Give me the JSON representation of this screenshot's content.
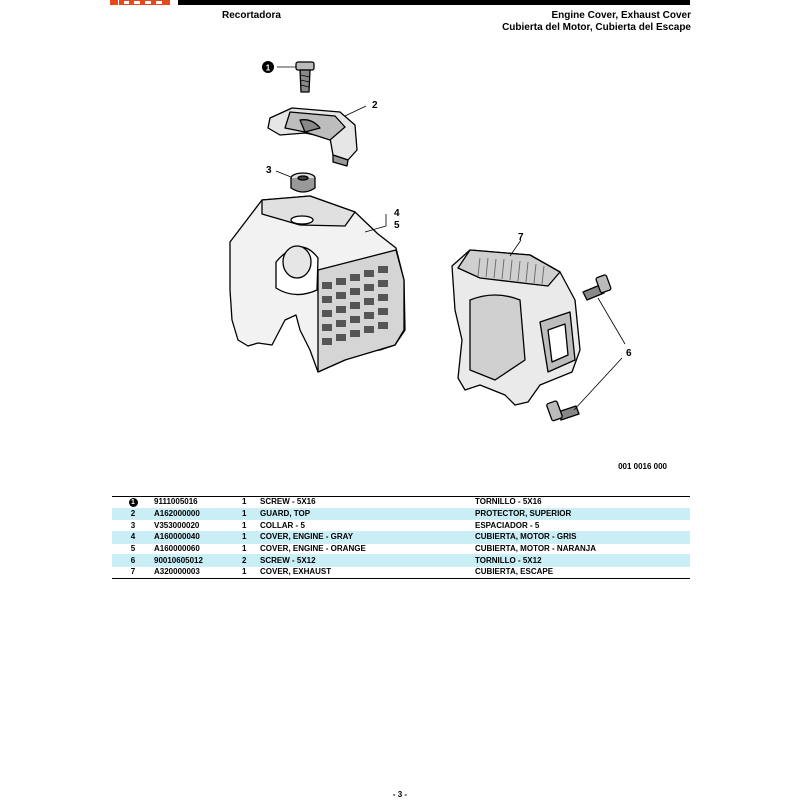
{
  "header": {
    "left_title": "Recortadora",
    "right_title_en": "Engine Cover, Exhaust Cover",
    "right_title_es": "Cubierta del Motor, Cubierta del Escape"
  },
  "diagram": {
    "callouts": [
      "1",
      "2",
      "3",
      "4",
      "5",
      "6",
      "7"
    ],
    "code": "001 0016 000"
  },
  "parts": [
    {
      "ref": "1",
      "circled": true,
      "part": "9111005016",
      "qty": "1",
      "desc_en": "SCREW - 5X16",
      "desc_es": "TORNILLO - 5X16"
    },
    {
      "ref": "2",
      "circled": false,
      "part": "A162000000",
      "qty": "1",
      "desc_en": "GUARD, TOP",
      "desc_es": "PROTECTOR, SUPERIOR"
    },
    {
      "ref": "3",
      "circled": false,
      "part": "V353000020",
      "qty": "1",
      "desc_en": "COLLAR - 5",
      "desc_es": "ESPACIADOR - 5"
    },
    {
      "ref": "4",
      "circled": false,
      "part": "A160000040",
      "qty": "1",
      "desc_en": "COVER, ENGINE - GRAY",
      "desc_es": "CUBIERTA, MOTOR - GRIS"
    },
    {
      "ref": "5",
      "circled": false,
      "part": "A160000060",
      "qty": "1",
      "desc_en": "COVER, ENGINE - ORANGE",
      "desc_es": "CUBIERTA, MOTOR - NARANJA"
    },
    {
      "ref": "6",
      "circled": false,
      "part": "90010605012",
      "qty": "2",
      "desc_en": "SCREW - 5X12",
      "desc_es": "TORNILLO - 5X12"
    },
    {
      "ref": "7",
      "circled": false,
      "part": "A320000003",
      "qty": "1",
      "desc_en": "COVER, EXHAUST",
      "desc_es": "CUBIERTA, ESCAPE"
    }
  ],
  "footer": {
    "page": "- 3 -"
  },
  "colors": {
    "accent": "#e8481c",
    "row_highlight": "#c9eef6"
  }
}
